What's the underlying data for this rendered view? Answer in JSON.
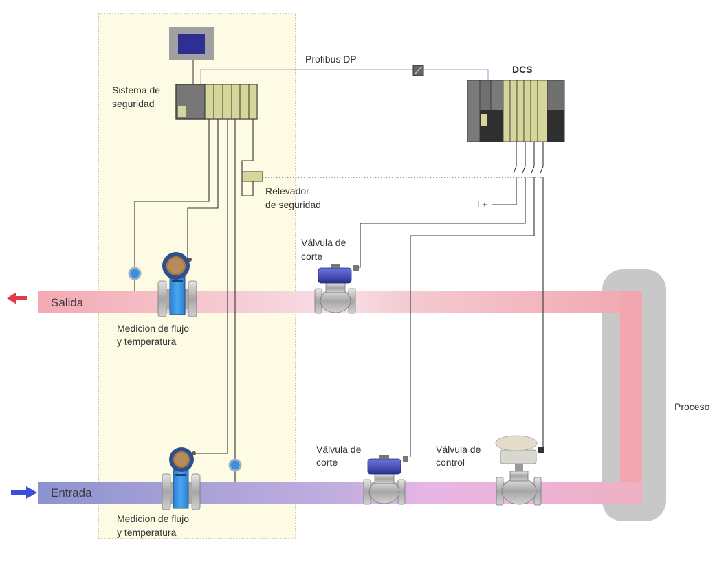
{
  "labels": {
    "safety_system_line1": "Sistema de",
    "safety_system_line2": "seguridad",
    "profibus": "Profibus DP",
    "dcs": "DCS",
    "relay_line1": "Relevador",
    "relay_line2": "de seguridad",
    "lplus": "L+",
    "shutoff_valve_top_line1": "Válvula de",
    "shutoff_valve_top_line2": "corte",
    "salida": "Salida",
    "flow_top_line1": "Medicion de flujo",
    "flow_top_line2": "y temperatura",
    "proceso": "Proceso",
    "shutoff_valve_bottom_line1": "Válvula de",
    "shutoff_valve_bottom_line2": "corte",
    "control_valve_line1": "Válvula de",
    "control_valve_line2": "control",
    "entrada": "Entrada",
    "flow_bottom_line1": "Medicion de flujo",
    "flow_bottom_line2": "y temperatura"
  },
  "colors": {
    "safety_zone": "#fdfbe3",
    "outlet_pipe": "#f2aab2",
    "inlet_pipe_start": "#8f96d0",
    "inlet_pipe_end": "#e7b3e0",
    "process_vessel": "#c8c8c8",
    "module_green": "#d6d69a",
    "arrow_out": "#e03a4e",
    "arrow_in": "#3a4ed8",
    "sensor_blue": "#3a8fd8",
    "actuator_blue": "#3a46b8"
  }
}
